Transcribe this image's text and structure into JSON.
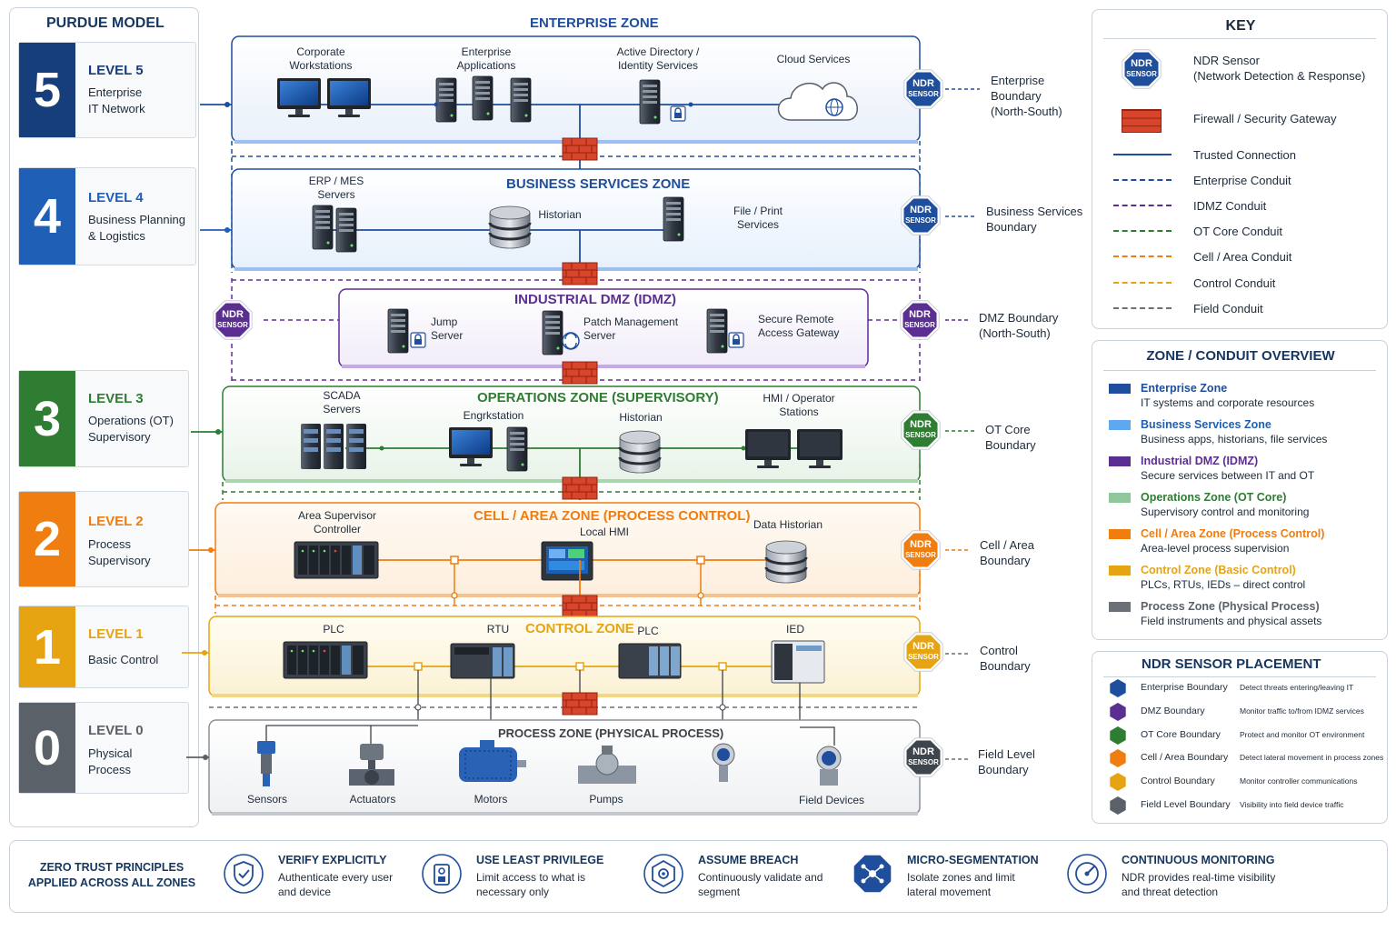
{
  "purdue": {
    "title": "PURDUE MODEL",
    "levels": [
      {
        "num": "5",
        "label": "LEVEL 5",
        "desc": "Enterprise\nIT Network",
        "color": "#163e7a"
      },
      {
        "num": "4",
        "label": "LEVEL 4",
        "desc": "Business Planning\n& Logistics",
        "color": "#1f5fb5"
      },
      {
        "num": "3",
        "label": "LEVEL 3",
        "desc": "Operations (OT)\nSupervisory",
        "color": "#2e7d32"
      },
      {
        "num": "2",
        "label": "LEVEL 2",
        "desc": "Process\nSupervisory",
        "color": "#ef7d0f"
      },
      {
        "num": "1",
        "label": "LEVEL 1",
        "desc": "Basic Control",
        "color": "#e6a413"
      },
      {
        "num": "0",
        "label": "LEVEL 0",
        "desc": "Physical\nProcess",
        "color": "#5b6168"
      }
    ]
  },
  "zones": {
    "enterprise": {
      "title": "ENTERPRISE ZONE",
      "devices": [
        "Corporate\nWorkstations",
        "Enterprise\nApplications",
        "Active Directory /\nIdentity Services",
        "Cloud Services"
      ],
      "boundary": "Enterprise\nBoundary\n(North-South)"
    },
    "business": {
      "title": "BUSINESS SERVICES ZONE",
      "devices": [
        "ERP / MES\nServers",
        "Historian",
        "File / Print\nServices"
      ],
      "boundary": "Business Services\nBoundary"
    },
    "idmz": {
      "title": "INDUSTRIAL DMZ (IDMZ)",
      "devices": [
        "Jump Server",
        "Patch Management\nServer",
        "Secure Remote\nAccess Gateway"
      ],
      "boundary": "DMZ Boundary\n(North-South)"
    },
    "operations": {
      "title": "OPERATIONS ZONE (SUPERVISORY)",
      "devices": [
        "SCADA\nServers",
        "Engrkstation",
        "Historian",
        "HMI / Operator\nStations"
      ],
      "boundary": "OT Core\nBoundary"
    },
    "cell": {
      "title": "CELL / AREA ZONE (PROCESS CONTROL)",
      "devices": [
        "Area Supervisor\nController",
        "Local HMI",
        "Data Historian"
      ],
      "boundary": "Cell / Area\nBoundary"
    },
    "control": {
      "title": "CONTROL ZONE",
      "devices": [
        "PLC",
        "RTU",
        "PLC",
        "IED"
      ],
      "boundary": "Control\nBoundary"
    },
    "process": {
      "title": "PROCESS ZONE (PHYSICAL PROCESS)",
      "devices": [
        "Sensors",
        "Actuators",
        "Motors",
        "Pumps",
        "Field Devices"
      ],
      "boundary": "Field Level\nBoundary"
    }
  },
  "ndr": {
    "line1": "NDR",
    "line2": "SENSOR"
  },
  "key": {
    "title": "KEY",
    "items": [
      {
        "label": "NDR Sensor\n(Network Detection & Response)",
        "type": "ndr"
      },
      {
        "label": "Firewall / Security Gateway",
        "type": "firewall"
      },
      {
        "label": "Trusted Connection",
        "type": "solid",
        "color": "#1f4e9c"
      },
      {
        "label": "Enterprise Conduit",
        "type": "dash",
        "color": "#1f4e9c"
      },
      {
        "label": "IDMZ Conduit",
        "type": "dash",
        "color": "#5b2e91"
      },
      {
        "label": "OT Core Conduit",
        "type": "dash",
        "color": "#2e7d32"
      },
      {
        "label": "Cell / Area Conduit",
        "type": "dash",
        "color": "#ef7d0f"
      },
      {
        "label": "Control Conduit",
        "type": "dash",
        "color": "#e6a413"
      },
      {
        "label": "Field Conduit",
        "type": "dash",
        "color": "#6b7078"
      }
    ]
  },
  "overview": {
    "title": "ZONE / CONDUIT OVERVIEW",
    "items": [
      {
        "name": "Enterprise Zone",
        "desc": "IT systems and corporate resources",
        "color": "#1f4e9c",
        "text_color": "#1f4e9c"
      },
      {
        "name": "Business Services Zone",
        "desc": "Business apps, historians, file services",
        "color": "#5ea8f0",
        "text_color": "#1f5fb5"
      },
      {
        "name": "Industrial DMZ (IDMZ)",
        "desc": "Secure services between IT and OT",
        "color": "#5b2e91",
        "text_color": "#5b2e91"
      },
      {
        "name": "Operations Zone (OT Core)",
        "desc": "Supervisory control and monitoring",
        "color": "#8fc79a",
        "text_color": "#2e7d32"
      },
      {
        "name": "Cell / Area Zone (Process Control)",
        "desc": "Area-level process supervision",
        "color": "#ef7d0f",
        "text_color": "#ef7d0f"
      },
      {
        "name": "Control Zone (Basic Control)",
        "desc": "PLCs, RTUs, IEDs – direct control",
        "color": "#e6a413",
        "text_color": "#e6a413"
      },
      {
        "name": "Process Zone (Physical Process)",
        "desc": "Field instruments and physical assets",
        "color": "#6b7078",
        "text_color": "#5b6168"
      }
    ]
  },
  "placement": {
    "title": "NDR SENSOR PLACEMENT",
    "items": [
      {
        "name": "Enterprise Boundary",
        "desc": "Detect threats entering/leaving IT",
        "color": "#1f4e9c"
      },
      {
        "name": "DMZ Boundary",
        "desc": "Monitor traffic to/from IDMZ services",
        "color": "#5b2e91"
      },
      {
        "name": "OT Core Boundary",
        "desc": "Protect and monitor OT environment",
        "color": "#2e7d32"
      },
      {
        "name": "Cell / Area Boundary",
        "desc": "Detect lateral movement in process zones",
        "color": "#ef7d0f"
      },
      {
        "name": "Control Boundary",
        "desc": "Monitor controller communications",
        "color": "#e6a413"
      },
      {
        "name": "Field Level Boundary",
        "desc": "Visibility into field device traffic",
        "color": "#5b6168"
      }
    ]
  },
  "zero_trust": {
    "title": "ZERO TRUST PRINCIPLES\nAPPLIED ACROSS ALL ZONES",
    "items": [
      {
        "title": "VERIFY EXPLICITLY",
        "desc": "Authenticate every user\nand device",
        "icon": "verify-icon"
      },
      {
        "title": "USE LEAST PRIVILEGE",
        "desc": "Limit access to what is\nnecessary only",
        "icon": "least-privilege-icon"
      },
      {
        "title": "ASSUME BREACH",
        "desc": "Continuously validate and\nsegment",
        "icon": "assume-breach-icon"
      },
      {
        "title": "MICRO-SEGMENTATION",
        "desc": "Isolate zones and limit\nlateral movement",
        "icon": "micro-segmentation-icon"
      },
      {
        "title": "CONTINUOUS MONITORING",
        "desc": "NDR provides real-time visibility\nand threat detection",
        "icon": "monitoring-icon"
      }
    ]
  },
  "colors": {
    "enterprise": "#1f4e9c",
    "business": "#5ea8f0",
    "idmz": "#5b2e91",
    "operations": "#2e7d32",
    "cell": "#ef7d0f",
    "control": "#e6a413",
    "process": "#6b7078",
    "firewall": "#d9452b"
  }
}
